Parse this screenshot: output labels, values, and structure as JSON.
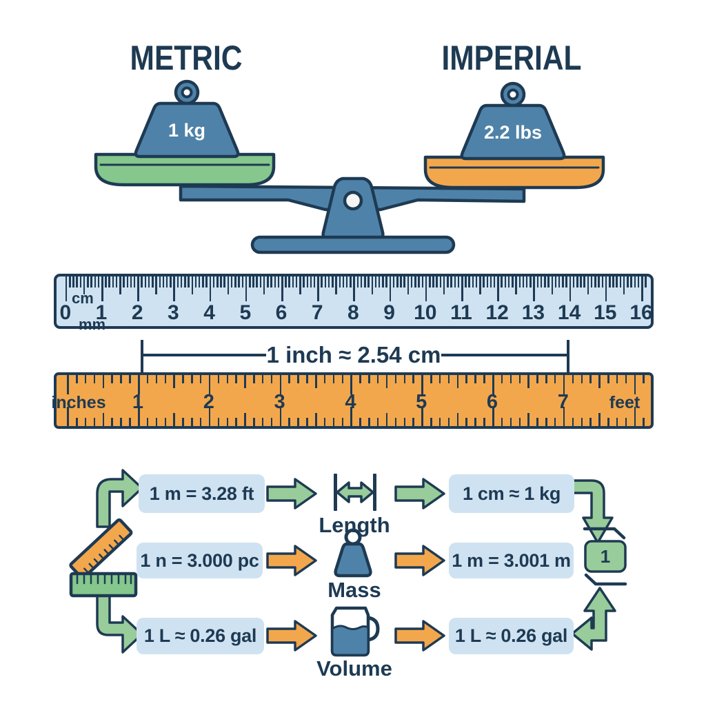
{
  "title_row": {
    "metric": "METRIC",
    "imperial": "IMPERIAL"
  },
  "balance": {
    "left_weight": "1 kg",
    "right_weight": "2.2 lbs"
  },
  "metric_ruler": {
    "unit_top": "cm",
    "unit_bottom": "mm",
    "numbers": [
      "0",
      "1",
      "2",
      "3",
      "4",
      "5",
      "6",
      "7",
      "8",
      "9",
      "10",
      "11",
      "12",
      "13",
      "14",
      "15",
      "16"
    ]
  },
  "conversion_note": "1 inch ≈ 2.54 cm",
  "imperial_ruler": {
    "left_unit": "inches",
    "right_unit": "feet",
    "numbers": [
      "1",
      "2",
      "3",
      "4",
      "5",
      "6",
      "7"
    ]
  },
  "flow": {
    "converter_badge": "1",
    "rows": [
      {
        "label": "Length",
        "left_box": "1 m = 3.28 ft",
        "right_box": "1 cm ≈ 1 kg"
      },
      {
        "label": "Mass",
        "left_box": "1 n = 3.000 pc",
        "right_box": "1 m = 3.001 m"
      },
      {
        "label": "Volume",
        "left_box": "1 L ≈ 0.26 gal",
        "right_box": "1 L ≈ 0.26 gal"
      }
    ]
  },
  "colors": {
    "navy": "#1e3a53",
    "blue": "#4f82a8",
    "green": "#85c78c",
    "arrow_green": "#98cc9a",
    "orange": "#f3a74c",
    "light_blue": "#cfe2f1",
    "white": "#ffffff"
  }
}
